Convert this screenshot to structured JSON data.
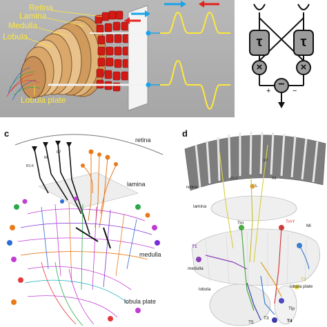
{
  "panel_a": {
    "labels": [
      "Retina",
      "Lamina",
      "Medulla",
      "Lobula",
      "Lobula plate"
    ]
  },
  "panel_b": {
    "delay_symbol": "τ",
    "multiply_symbol": "×",
    "subtract_symbol": "−",
    "plus_sign": "+",
    "minus_sign": "−"
  },
  "panel_c": {
    "letter": "c",
    "labels": [
      "retina",
      "lamina",
      "medulla",
      "lobula plate"
    ],
    "photoreceptors": [
      "R7",
      "R8",
      "R1-6"
    ]
  },
  "panel_d": {
    "letter": "d",
    "regions": [
      "retina",
      "lamina",
      "medulla",
      "lobula",
      "lobula plate"
    ],
    "photoreceptors": [
      "R1-6",
      "R7",
      "R8"
    ],
    "cells": [
      "L",
      "Tm",
      "TmY",
      "Mi",
      "T1",
      "T2",
      "T3",
      "T4",
      "T5",
      "Tlp"
    ]
  },
  "colors": {
    "yellow_label": "#ffe83a",
    "arrow_blue": "#1aa3e8",
    "arrow_red": "#e3201b",
    "lamina_tan": "#d9a86a",
    "ommatidia_red": "#d11a14"
  }
}
